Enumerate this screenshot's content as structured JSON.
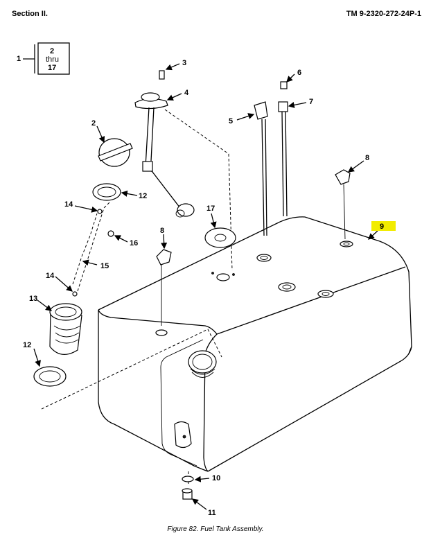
{
  "header": {
    "section": "Section II.",
    "tm_number": "TM 9-2320-272-24P-1"
  },
  "bracket": {
    "item": "1",
    "range_top": "2",
    "range_mid": "thru",
    "range_bottom": "17"
  },
  "callouts": {
    "c2": "2",
    "c3": "3",
    "c4": "4",
    "c5": "5",
    "c6": "6",
    "c7": "7",
    "c8a": "8",
    "c8b": "8",
    "c9": "9",
    "c10": "10",
    "c11": "11",
    "c12a": "12",
    "c12b": "12",
    "c13": "13",
    "c14a": "14",
    "c14b": "14",
    "c15": "15",
    "c16": "16",
    "c17": "17"
  },
  "highlight_color": "#f2ec00",
  "caption": "Figure 82.  Fuel Tank Assembly."
}
